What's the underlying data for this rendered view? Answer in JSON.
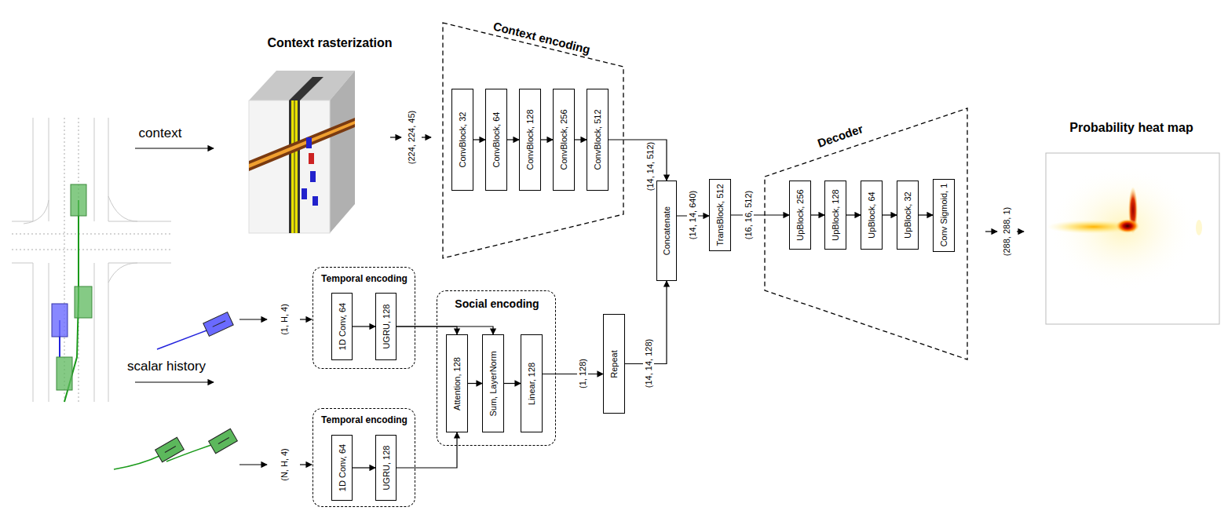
{
  "diagram": {
    "nodes": [
      {
        "text": [
          "Context encoding"
        ]
      },
      {
        "text": [
          "ConvBlock, 32"
        ],
        "in": 0
      },
      {
        "text": [
          "ConvBlock, 64"
        ],
        "in": 0
      },
      {
        "text": [
          "ConvBlock, 128"
        ],
        "in": 0
      },
      {
        "text": [
          "ConvBlock, 256"
        ],
        "in": 0
      },
      {
        "text": [
          "ConvBlock, 512"
        ],
        "in": 0
      },
      {
        "text": [
          "Concatenate"
        ]
      },
      {
        "text": [
          "TransBlock, 512"
        ]
      },
      {
        "text": [
          "Decoder"
        ]
      },
      {
        "text": [
          "UpBlock, 256"
        ],
        "in": 8
      },
      {
        "text": [
          "UpBlock, 128"
        ],
        "in": 8
      },
      {
        "text": [
          "UpBlock, 64"
        ],
        "in": 8
      },
      {
        "text": [
          "UpBlock, 32"
        ],
        "in": 8
      },
      {
        "text": [
          "Conv Sigmoid, 1"
        ],
        "in": 8
      },
      {
        "text": [
          "Temporal encoding"
        ]
      },
      {
        "text": [
          "1D Conv, 64"
        ],
        "in": 14
      },
      {
        "text": [
          "UGRU, 128"
        ],
        "in": 14
      },
      {
        "text": [
          "Social encoding"
        ]
      },
      {
        "text": [
          "Attention, 128"
        ],
        "in": 17
      },
      {
        "text": [
          "Sum, LayerNorm"
        ],
        "in": 17
      },
      {
        "text": [
          "Linear, 128"
        ],
        "in": 17
      },
      {
        "text": [
          "Repeat"
        ]
      },
      {
        "text": [
          "Temporal encoding"
        ]
      },
      {
        "text": [
          "1D Conv, 64"
        ],
        "in": 22
      },
      {
        "text": [
          "UGRU, 128"
        ],
        "in": 22
      }
    ],
    "edges": [
      {
        "from": 1,
        "to": 2,
        "arrow": "to"
      },
      {
        "from": 2,
        "to": 3,
        "arrow": "to"
      },
      {
        "from": 3,
        "to": 4,
        "arrow": "to"
      },
      {
        "from": 4,
        "to": 5,
        "arrow": "to"
      },
      {
        "from": 5,
        "to": 6,
        "arrow": "to"
      },
      {
        "from": 6,
        "to": 7,
        "arrow": "to"
      },
      {
        "from": 7,
        "to": 9,
        "arrow": "to"
      },
      {
        "from": 9,
        "to": 10,
        "arrow": "to"
      },
      {
        "from": 10,
        "to": 11,
        "arrow": "to"
      },
      {
        "from": 11,
        "to": 12,
        "arrow": "to"
      },
      {
        "from": 12,
        "to": 13,
        "arrow": "to"
      },
      {
        "from": 15,
        "to": 16,
        "arrow": "to"
      },
      {
        "from": 23,
        "to": 24,
        "arrow": "to"
      },
      {
        "from": 16,
        "to": 18,
        "arrow": "to"
      },
      {
        "from": 16,
        "to": 19,
        "arrow": "to"
      },
      {
        "from": 24,
        "to": 18,
        "arrow": "to"
      },
      {
        "from": 18,
        "to": 19,
        "arrow": "to"
      },
      {
        "from": 19,
        "to": 20,
        "arrow": "to"
      },
      {
        "from": 20,
        "to": 21,
        "arrow": "to"
      },
      {
        "from": 21,
        "to": 6,
        "arrow": "to"
      }
    ],
    "labels": [
      "Context rasterization",
      "context",
      "scalar history",
      "Probability heat map",
      "(224, 224, 45)",
      "(14, 14, 512)",
      "(14, 14, 640)",
      "(16, 16, 512)",
      "(288, 288, 1)",
      "(1, H, 4)",
      "(N, H, 4)",
      "(1, 128)",
      "(14, 14, 128)"
    ]
  }
}
